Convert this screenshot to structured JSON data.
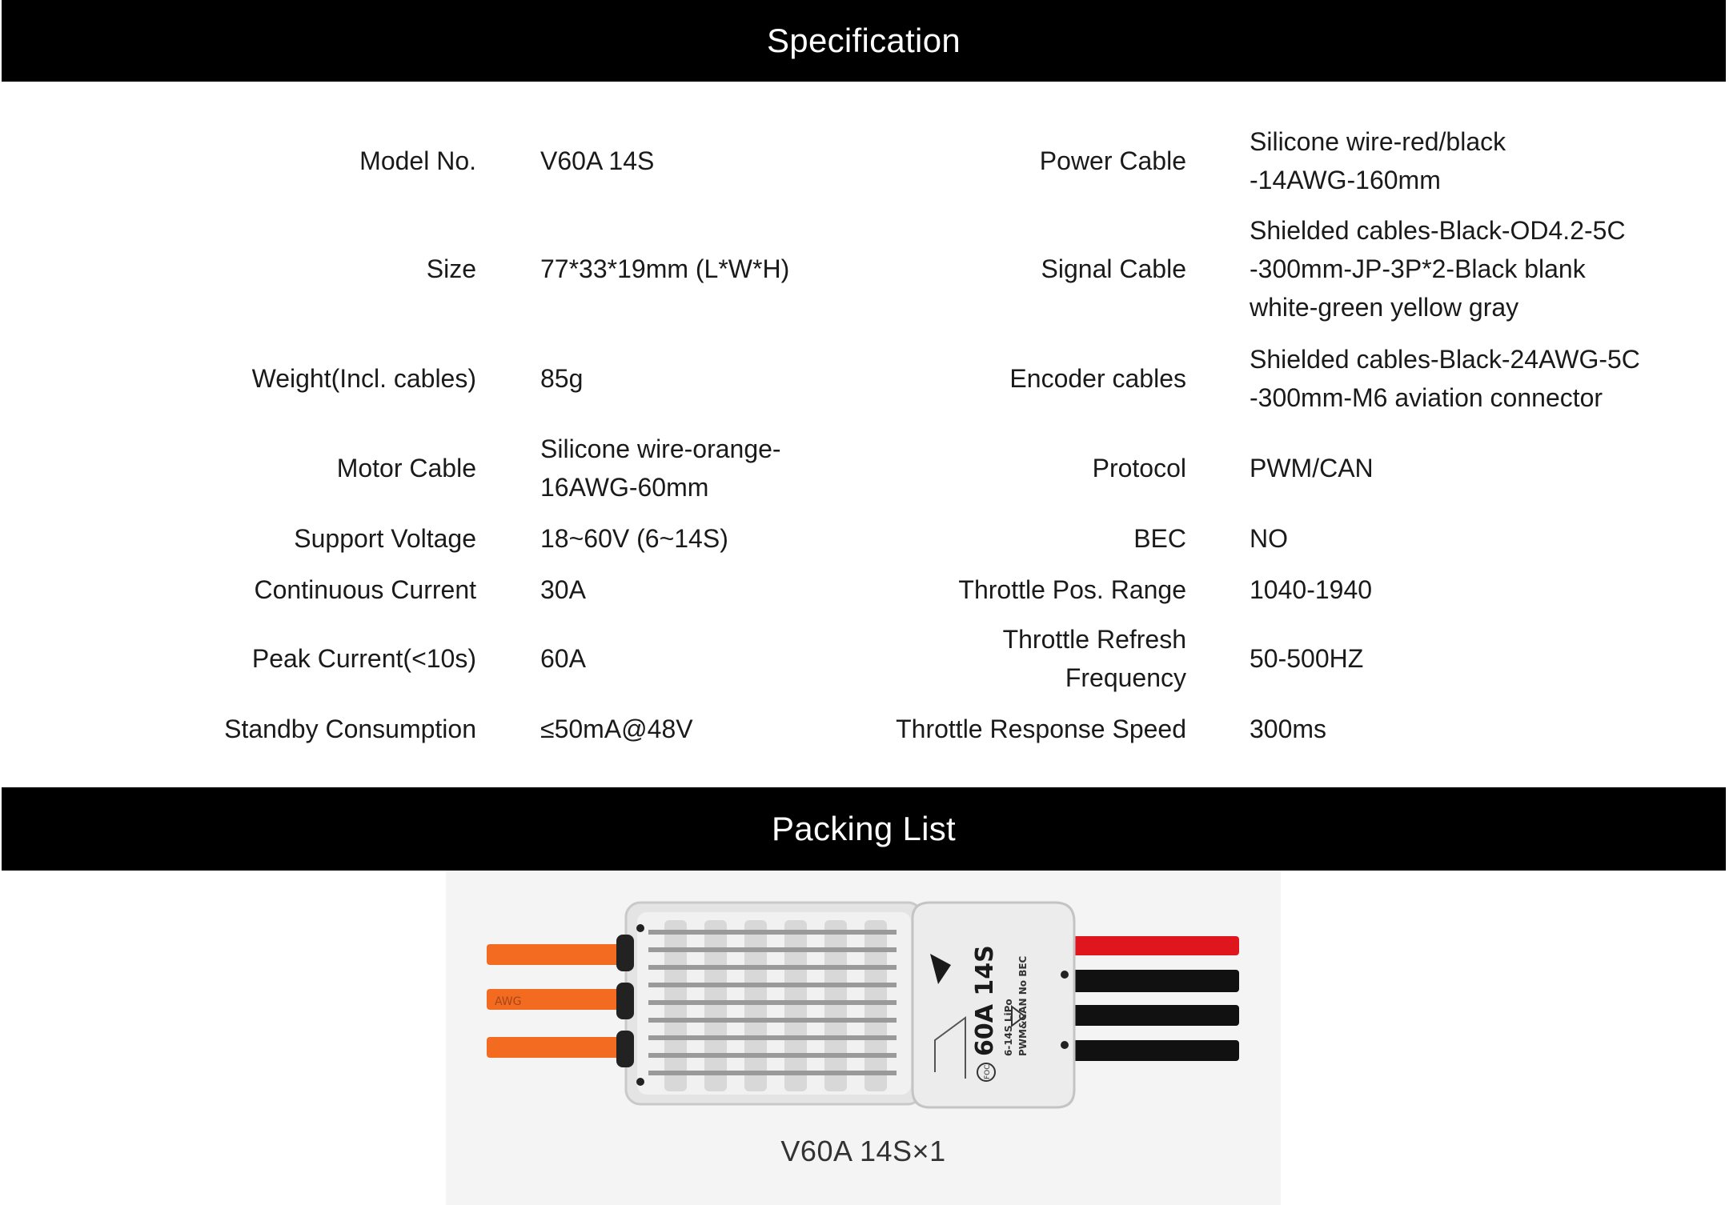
{
  "sections": {
    "specification_title": "Specification",
    "packing_title": "Packing List"
  },
  "spec_rows": [
    {
      "label_left": "Model No.",
      "value_left": "V60A 14S",
      "label_right": "Power Cable",
      "value_right": "Silicone wire-red/black\n-14AWG-160mm"
    },
    {
      "label_left": "Size",
      "value_left": "77*33*19mm (L*W*H)",
      "label_right": "Signal Cable",
      "value_right": "Shielded cables-Black-OD4.2-5C\n-300mm-JP-3P*2-Black blank\nwhite-green yellow gray"
    },
    {
      "label_left": "Weight(Incl. cables)",
      "value_left": "85g",
      "label_right": "Encoder cables",
      "value_right": "Shielded cables-Black-24AWG-5C\n-300mm-M6 aviation connector"
    },
    {
      "label_left": "Motor Cable",
      "value_left": "Silicone wire-orange-\n16AWG-60mm",
      "label_right": "Protocol",
      "value_right": "PWM/CAN"
    },
    {
      "label_left": "Support Voltage",
      "value_left": "18~60V (6~14S)",
      "label_right": "BEC",
      "value_right": "NO"
    },
    {
      "label_left": "Continuous Current",
      "value_left": "30A",
      "label_right": "Throttle Pos. Range",
      "value_right": "1040-1940"
    },
    {
      "label_left": "Peak Current(<10s)",
      "value_left": "60A",
      "label_right": "Throttle Refresh\nFrequency",
      "value_right": "50-500HZ"
    },
    {
      "label_left": "Standby Consumption",
      "value_left": "≤50mA@48V",
      "label_right": "Throttle Response Speed",
      "value_right": "300ms"
    }
  ],
  "packing": {
    "product_caption": "V60A 14S×1",
    "label_model": "60A 14S",
    "label_cells": "6-14S LiPo",
    "label_protocol": "PWM&CAN No BEC",
    "label_foc": "FOC",
    "wire_print": "AWG"
  },
  "colors": {
    "banner": "#000000",
    "motor_wire": "#f36a21",
    "power_red": "#e0161e",
    "power_black": "#111111",
    "housing": "#e6e6e6"
  }
}
